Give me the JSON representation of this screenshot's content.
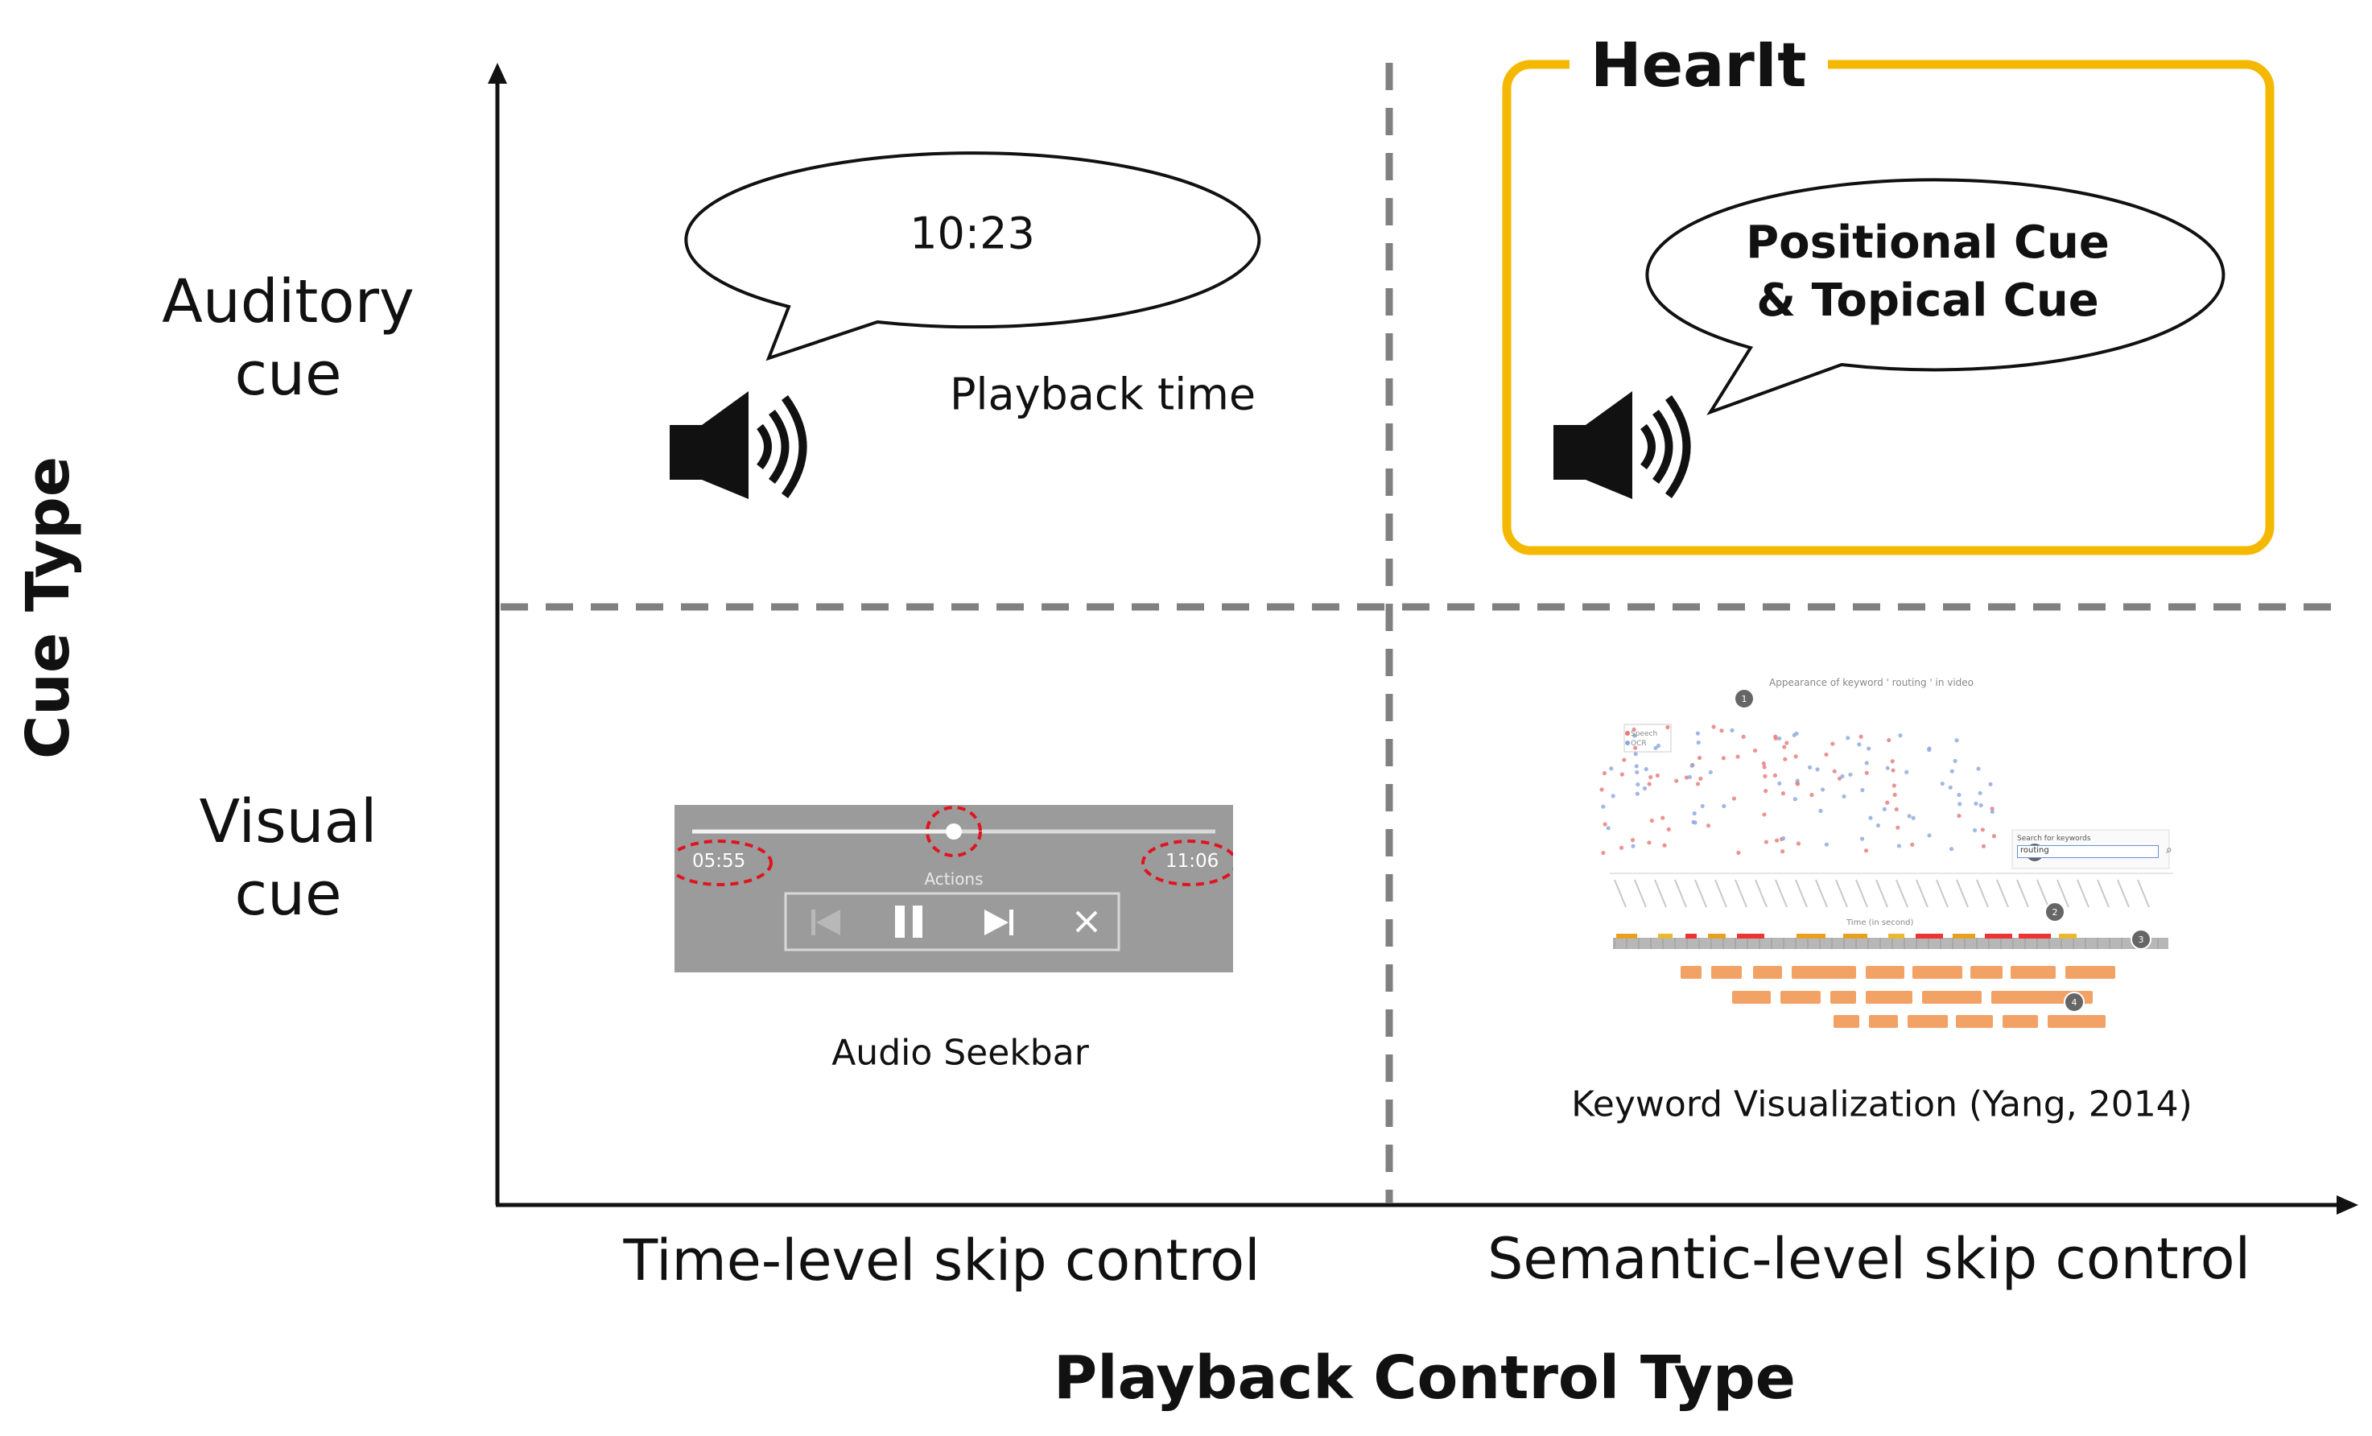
{
  "axes": {
    "y_title": "Cue Type",
    "x_title": "Playback Control Type"
  },
  "rows": {
    "auditory": "Auditory\ncue",
    "visual": "Visual\ncue"
  },
  "columns": {
    "time_level": "Time-level skip control",
    "semantic_level": "Semantic-level skip control"
  },
  "quadrants": {
    "top_left": {
      "bubble_text": "10:23",
      "caption": "Playback time",
      "icon": "speaker-icon"
    },
    "top_right": {
      "highlight_label": "HearIt",
      "bubble_text": "Positional Cue\n& Topical Cue",
      "icon": "speaker-icon",
      "highlight_color": "#F5B800"
    },
    "bottom_left": {
      "caption": "Audio Seekbar",
      "seekbar": {
        "current_time": "05:55",
        "total_time": "11:06",
        "actions_label": "Actions",
        "progress": 0.5,
        "controls": [
          "previous-icon",
          "pause-icon",
          "next-icon",
          "close-icon"
        ]
      }
    },
    "bottom_right": {
      "caption": "Keyword Visualization (Yang, 2014)",
      "viz_title": "Appearance of keyword ' routing ' in video",
      "legend": [
        "Speech",
        "OCR"
      ],
      "search_label": "Search for keywords",
      "search_value": "routing",
      "time_axis_label": "Time (in second)",
      "markers": [
        "1",
        "2",
        "3",
        "4",
        "5"
      ]
    }
  },
  "colors": {
    "divider": "#808080",
    "axis": "#111111",
    "highlight": "#F5B800",
    "annotation_red": "#E0141E"
  }
}
